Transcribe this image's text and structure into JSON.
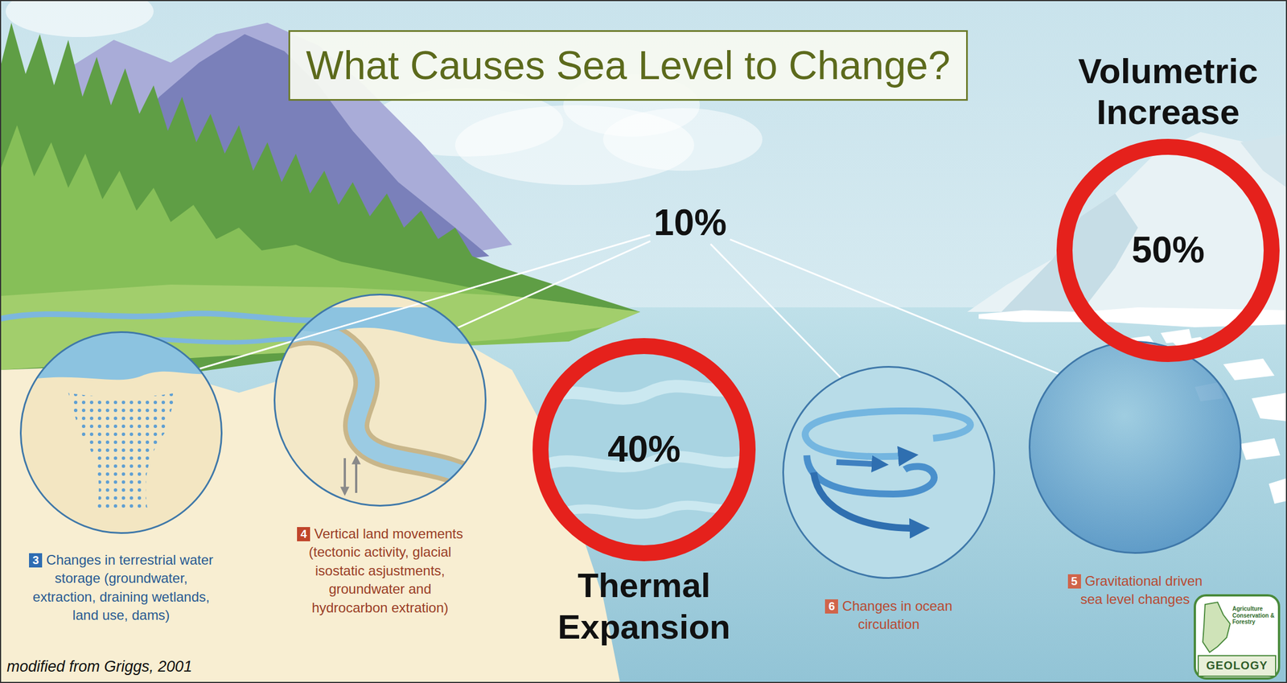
{
  "diagram": {
    "title": "What Causes Sea Level to Change?",
    "nodes": [
      {
        "text": [
          "10%"
        ]
      },
      {
        "text": [
          "Volumetric Increase",
          "50%"
        ]
      },
      {
        "text": [
          "3",
          "Changes in terrestrial water storage (groundwater, extraction, draining wetlands, land use, dams)"
        ]
      },
      {
        "text": [
          "4",
          "Vertical land movements (tectonic activity, glacial isostatic asjustments, groundwater and hydrocarbon extration)"
        ]
      },
      {
        "text": [
          "40%",
          "Thermal Expansion"
        ]
      },
      {
        "text": [
          "6",
          "Changes in ocean circulation"
        ]
      },
      {
        "text": [
          "5",
          "Gravitational driven sea level changes"
        ]
      }
    ],
    "edges": [
      {
        "from": 0,
        "to": 2,
        "arrow": "none"
      },
      {
        "from": 0,
        "to": 3,
        "arrow": "none"
      },
      {
        "from": 0,
        "to": 5,
        "arrow": "none"
      },
      {
        "from": 0,
        "to": 6,
        "arrow": "none"
      }
    ],
    "labels": [
      "modified from Griggs, 2001",
      "Agriculture Conservation & Forestry",
      "GEOLOGY"
    ]
  }
}
